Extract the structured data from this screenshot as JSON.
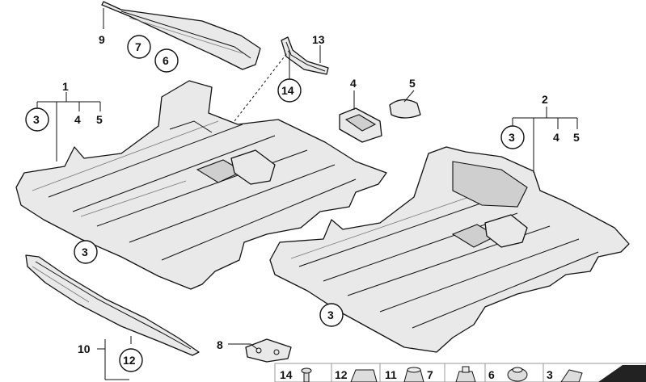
{
  "callouts": {
    "c9": "9",
    "c7": "7",
    "c6": "6",
    "c13": "13",
    "c14": "14",
    "c4a": "4",
    "c5a": "5",
    "c1": "1",
    "c3a": "3",
    "c4b": "4",
    "c5b": "5",
    "c2": "2",
    "c3b": "3",
    "c4c": "4",
    "c5c": "5",
    "c3c": "3",
    "c3d": "3",
    "c10": "10",
    "c12": "12",
    "c8": "8"
  },
  "legend": [
    "14",
    "12",
    "11",
    "7",
    "6",
    "3"
  ],
  "icons": {
    "small_parts": [
      "rivet-icon",
      "clip-nut-icon",
      "hex-nut-icon",
      "grommet-icon",
      "expanding-nut-icon",
      "bracket-icon"
    ]
  }
}
